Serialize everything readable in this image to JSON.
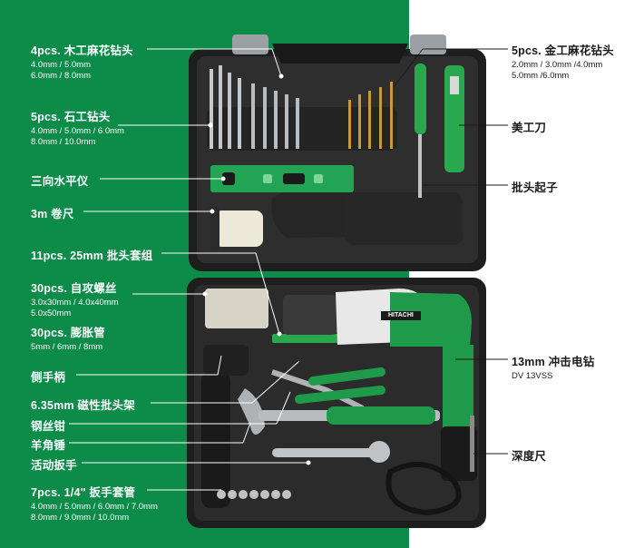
{
  "labels": {
    "wood_bits": {
      "title": "4pcs. 木工麻花钻头",
      "line1": "4.0mm / 5.0mm",
      "line2": "6.0mm / 8.0mm"
    },
    "masonry_bits": {
      "title": "5pcs. 石工钻头",
      "line1": "4.0mm / 5.0mm / 6.0mm",
      "line2": "8.0mm / 10.0mm"
    },
    "level": {
      "title": "三向水平仪"
    },
    "tape": {
      "title": "3m 卷尺"
    },
    "bit_set": {
      "title": "11pcs. 25mm 批头套组"
    },
    "screws": {
      "title": "30pcs. 自攻螺丝",
      "line1": "3.0x30mm / 4.0x40mm",
      "line2": "5.0x50mm"
    },
    "anchors": {
      "title": "30pcs. 膨胀管",
      "line1": "5mm / 6mm / 8mm"
    },
    "side_handle": {
      "title": "侧手柄"
    },
    "bit_holder": {
      "title": "6.35mm 磁性批头架"
    },
    "pliers": {
      "title": "钢丝钳"
    },
    "hammer": {
      "title": "羊角锤"
    },
    "wrench": {
      "title": "活动扳手"
    },
    "sockets": {
      "title": "7pcs. 1/4\" 扳手套管",
      "line1": "4.0mm / 5.0mm / 6.0mm / 7.0mm",
      "line2": "8.0mm / 9.0mm / 10.0mm"
    },
    "metal_bits": {
      "title": "5pcs. 金工麻花钻头",
      "line1": "2.0mm / 3.0mm /4.0mm",
      "line2": "5.0mm /6.0mm"
    },
    "utility_knife": {
      "title": "美工刀"
    },
    "screwdriver": {
      "title": "批头起子"
    },
    "drill": {
      "title": "13mm 冲击电钻",
      "line1": "DV 13VSS"
    },
    "depth_gauge": {
      "title": "深度尺"
    }
  },
  "brand": {
    "drill_logo": "HITACHI"
  },
  "colors": {
    "panel_green": "#0c8b49",
    "case_black": "#222222",
    "tool_green": "#1f9a4a"
  }
}
